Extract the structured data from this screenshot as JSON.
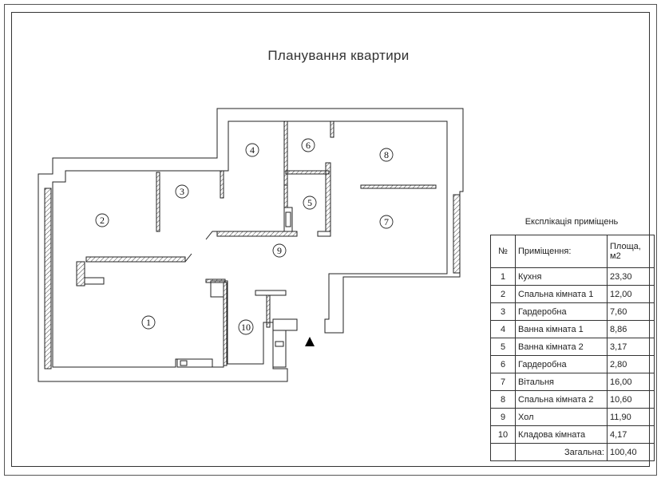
{
  "title": "Планування квартири",
  "legend": {
    "title": "Експлікація приміщень",
    "headers": {
      "num": "№",
      "room": "Приміщення:",
      "area": "Площа, м2"
    },
    "rows": [
      {
        "num": "1",
        "room": "Кухня",
        "area": "23,30"
      },
      {
        "num": "2",
        "room": "Спальна кімната 1",
        "area": "12,00"
      },
      {
        "num": "3",
        "room": "Гардеробна",
        "area": "7,60"
      },
      {
        "num": "4",
        "room": "Ванна кімната 1",
        "area": "8,86"
      },
      {
        "num": "5",
        "room": "Ванна кімната 2",
        "area": "3,17"
      },
      {
        "num": "6",
        "room": "Гардеробна",
        "area": "2,80"
      },
      {
        "num": "7",
        "room": "Вітальня",
        "area": "16,00"
      },
      {
        "num": "8",
        "room": "Спальна кімната 2",
        "area": "10,60"
      },
      {
        "num": "9",
        "room": "Хол",
        "area": "11,90"
      },
      {
        "num": "10",
        "room": "Кладова кімната",
        "area": "4,17"
      }
    ],
    "total_label": "Загальна:",
    "total_value": "100,40"
  },
  "room_labels": [
    "1",
    "2",
    "3",
    "4",
    "5",
    "6",
    "7",
    "8",
    "9",
    "10"
  ]
}
